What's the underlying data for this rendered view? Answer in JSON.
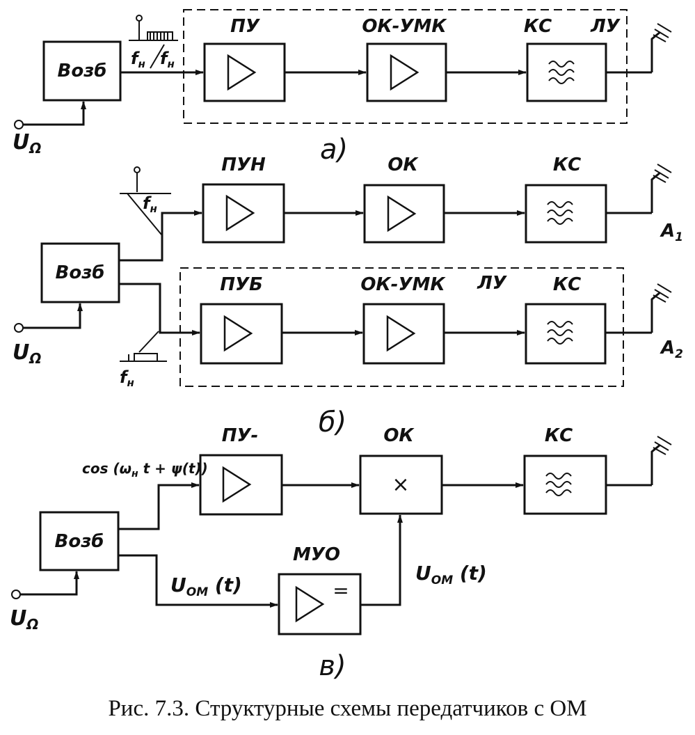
{
  "caption": "Рис. 7.3. Структурные схемы передатчиков с ОМ",
  "diagram_a": {
    "label": "а)",
    "osc": "Возб",
    "input": "U",
    "input_sub": "Ω",
    "freq_top": "f",
    "freq_top_sub": "н",
    "freq_bot": "f",
    "freq_bot_sub": "н",
    "pu": "ПУ",
    "ok": "ОК-УМК",
    "ks": "КС",
    "lu": "ЛУ"
  },
  "diagram_b": {
    "label": "б)",
    "osc": "Возб",
    "input": "U",
    "input_sub": "Ω",
    "freq_upper": "f",
    "freq_upper_sub": "н",
    "freq_lower": "f",
    "freq_lower_sub": "н",
    "pun": "ПУН",
    "ok": "ОК",
    "ks1": "КС",
    "pub": "ПУБ",
    "ok_umk": "ОК-УМК",
    "lu": "ЛУ",
    "ks2": "КС",
    "a1": "A",
    "a1_sub": "1",
    "a2": "A",
    "a2_sub": "2"
  },
  "diagram_v": {
    "label": "в)",
    "osc": "Возб",
    "input": "U",
    "input_sub": "Ω",
    "pu": "ПУ-",
    "phase_signal": "cos (ω",
    "phase_signal_sub": "н",
    "phase_signal_end": " t + ψ(t))",
    "ok": "ОК",
    "mult": "×",
    "ks": "КС",
    "muo": "МУО",
    "uom1": "U",
    "uom1_sub": "ОМ",
    "uom1_end": " (t)",
    "uom2": "U",
    "uom2_sub": "ОМ",
    "uom2_end": " (t)",
    "dc": "="
  }
}
